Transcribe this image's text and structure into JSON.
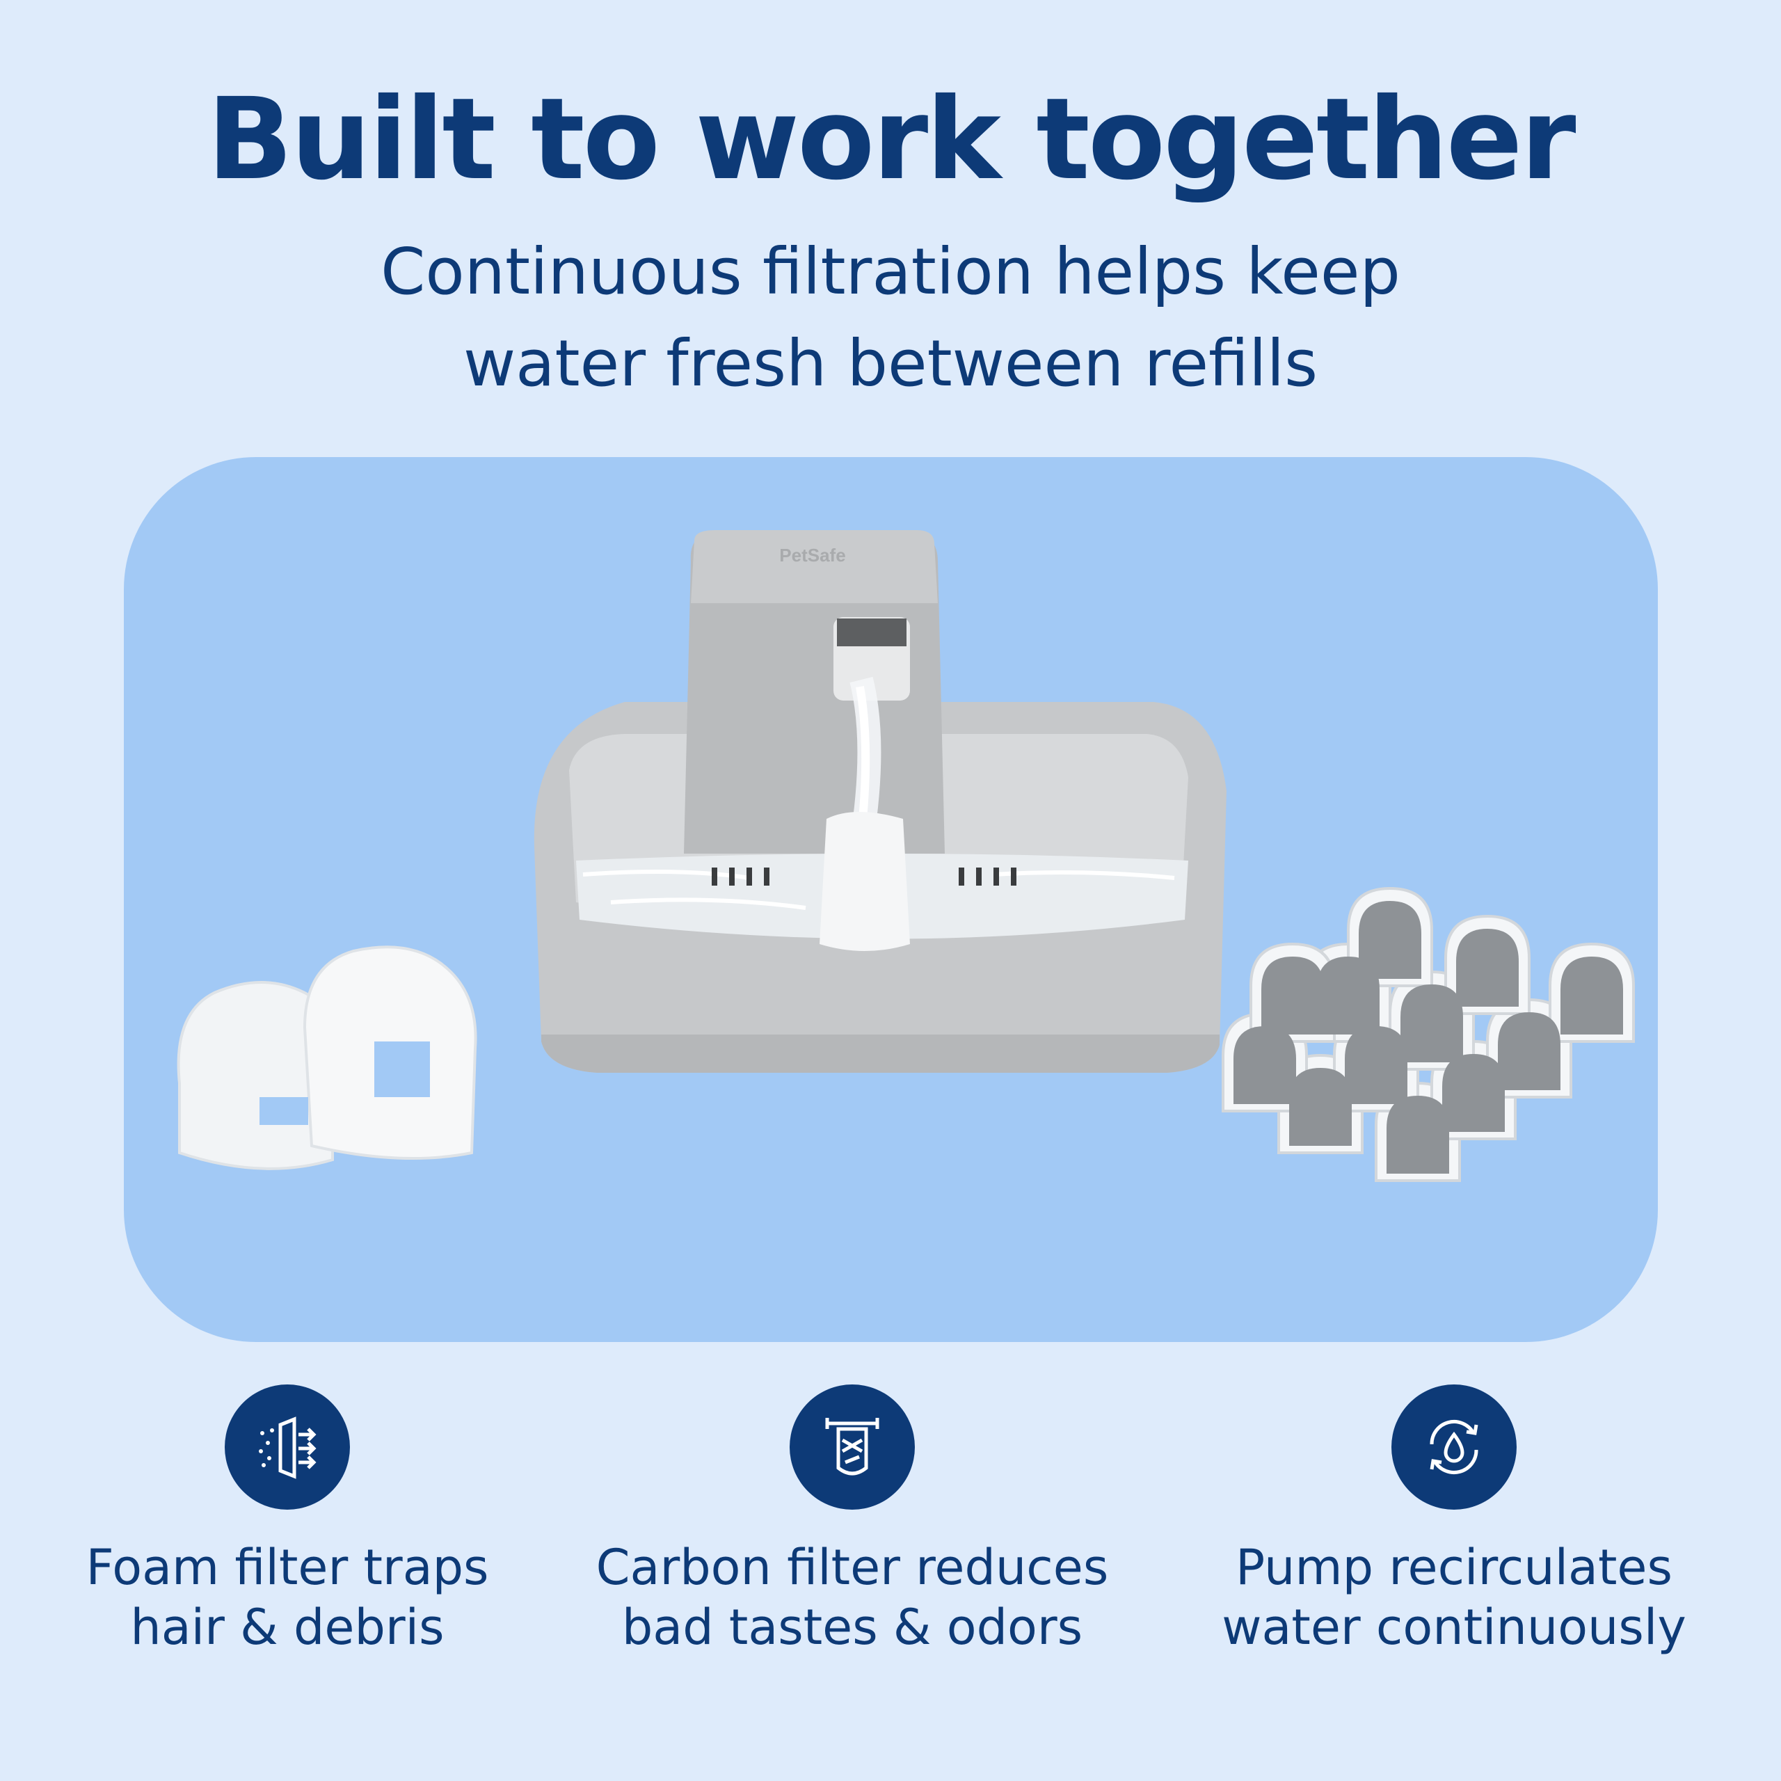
{
  "headline": "Built to work together",
  "subhead": {
    "line1": "Continuous filtration helps keep",
    "line2": "water fresh between refills"
  },
  "product": {
    "brand_mark": "PetSafe"
  },
  "features": [
    {
      "icon": "filter-arrows-icon",
      "line1": "Foam filter traps",
      "line2": "hair & debris"
    },
    {
      "icon": "carbon-filter-icon",
      "line1": "Carbon filter reduces",
      "line2": "bad tastes & odors"
    },
    {
      "icon": "recirculate-drop-icon",
      "line1": "Pump recirculates",
      "line2": "water continuously"
    }
  ],
  "colors": {
    "background": "#deebfb",
    "panel": "#a2c9f5",
    "navy": "#0d3a77",
    "fountain_gray": "#c4c6c8"
  }
}
